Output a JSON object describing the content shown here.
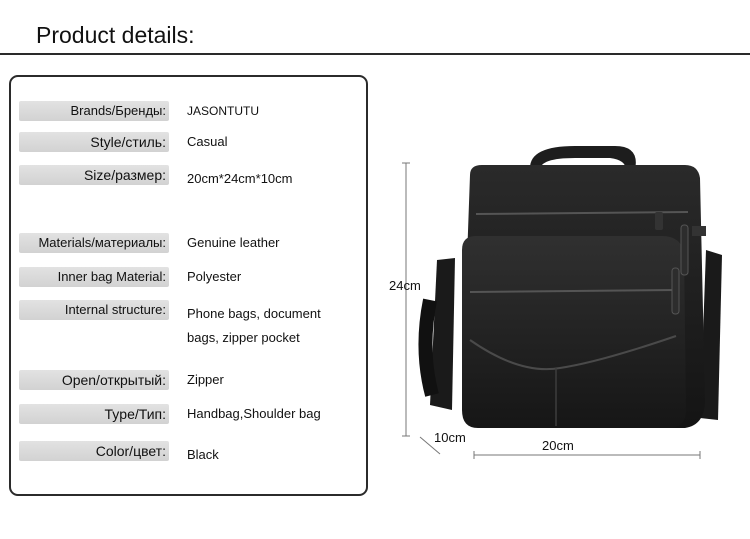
{
  "header": {
    "title": "Product details:"
  },
  "details": [
    {
      "label": "Brands/Бренды:",
      "value": "JASONTUTU"
    },
    {
      "label": "Style/стиль:",
      "value": "Casual"
    },
    {
      "label": "Size/размер:",
      "value": "20cm*24cm*10cm"
    },
    {
      "label": "Materials/материалы:",
      "value": "Genuine leather"
    },
    {
      "label": "Inner bag Material:",
      "value": "Polyester"
    },
    {
      "label": "Internal structure:",
      "value": "Phone bags, document bags, zipper pocket"
    },
    {
      "label": "Open/открытый:",
      "value": "Zipper"
    },
    {
      "label": "Type/Тип:",
      "value": "Handbag,Shoulder bag"
    },
    {
      "label": "Color/цвет:",
      "value": "Black"
    }
  ],
  "dimensions": {
    "height": "24cm",
    "depth": "10cm",
    "width": "20cm"
  },
  "colors": {
    "bag": "#1c1c1c",
    "label_bg": "#d9d9d9",
    "rule": "#2a2a2a"
  },
  "icons": {
    "product_image": "black-leather-shoulder-bag"
  }
}
